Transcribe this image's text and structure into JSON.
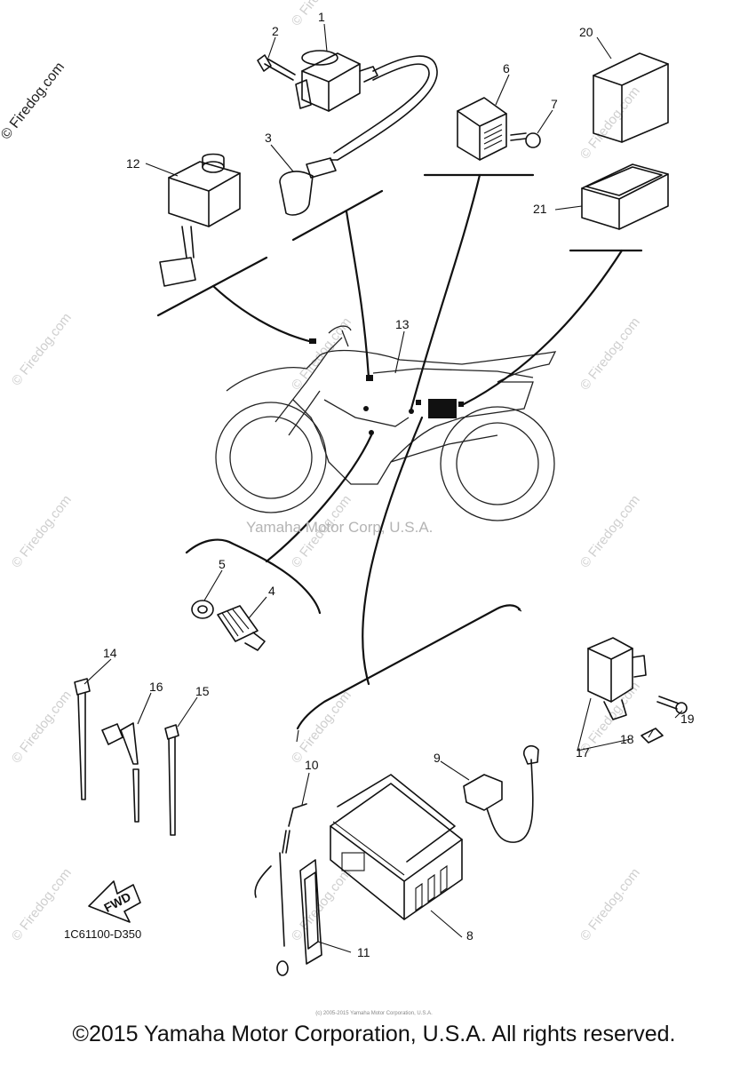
{
  "diagram": {
    "code": "1C61100-D350",
    "fwd_label": "FWD",
    "center_watermark": "Yamaha Motor Corp, U.S.A.",
    "side_watermark": "© Firedog.com",
    "repeat_watermark": "© Firedog.com",
    "fine_print": "(c) 2005-2015 Yamaha Motor Corporation, U.S.A.",
    "copyright": "©2015 Yamaha Motor Corporation, U.S.A. All rights reserved."
  },
  "callouts": [
    "1",
    "2",
    "3",
    "4",
    "5",
    "6",
    "7",
    "8",
    "9",
    "10",
    "11",
    "12",
    "13",
    "14",
    "15",
    "16",
    "17",
    "18",
    "19",
    "20",
    "21"
  ]
}
